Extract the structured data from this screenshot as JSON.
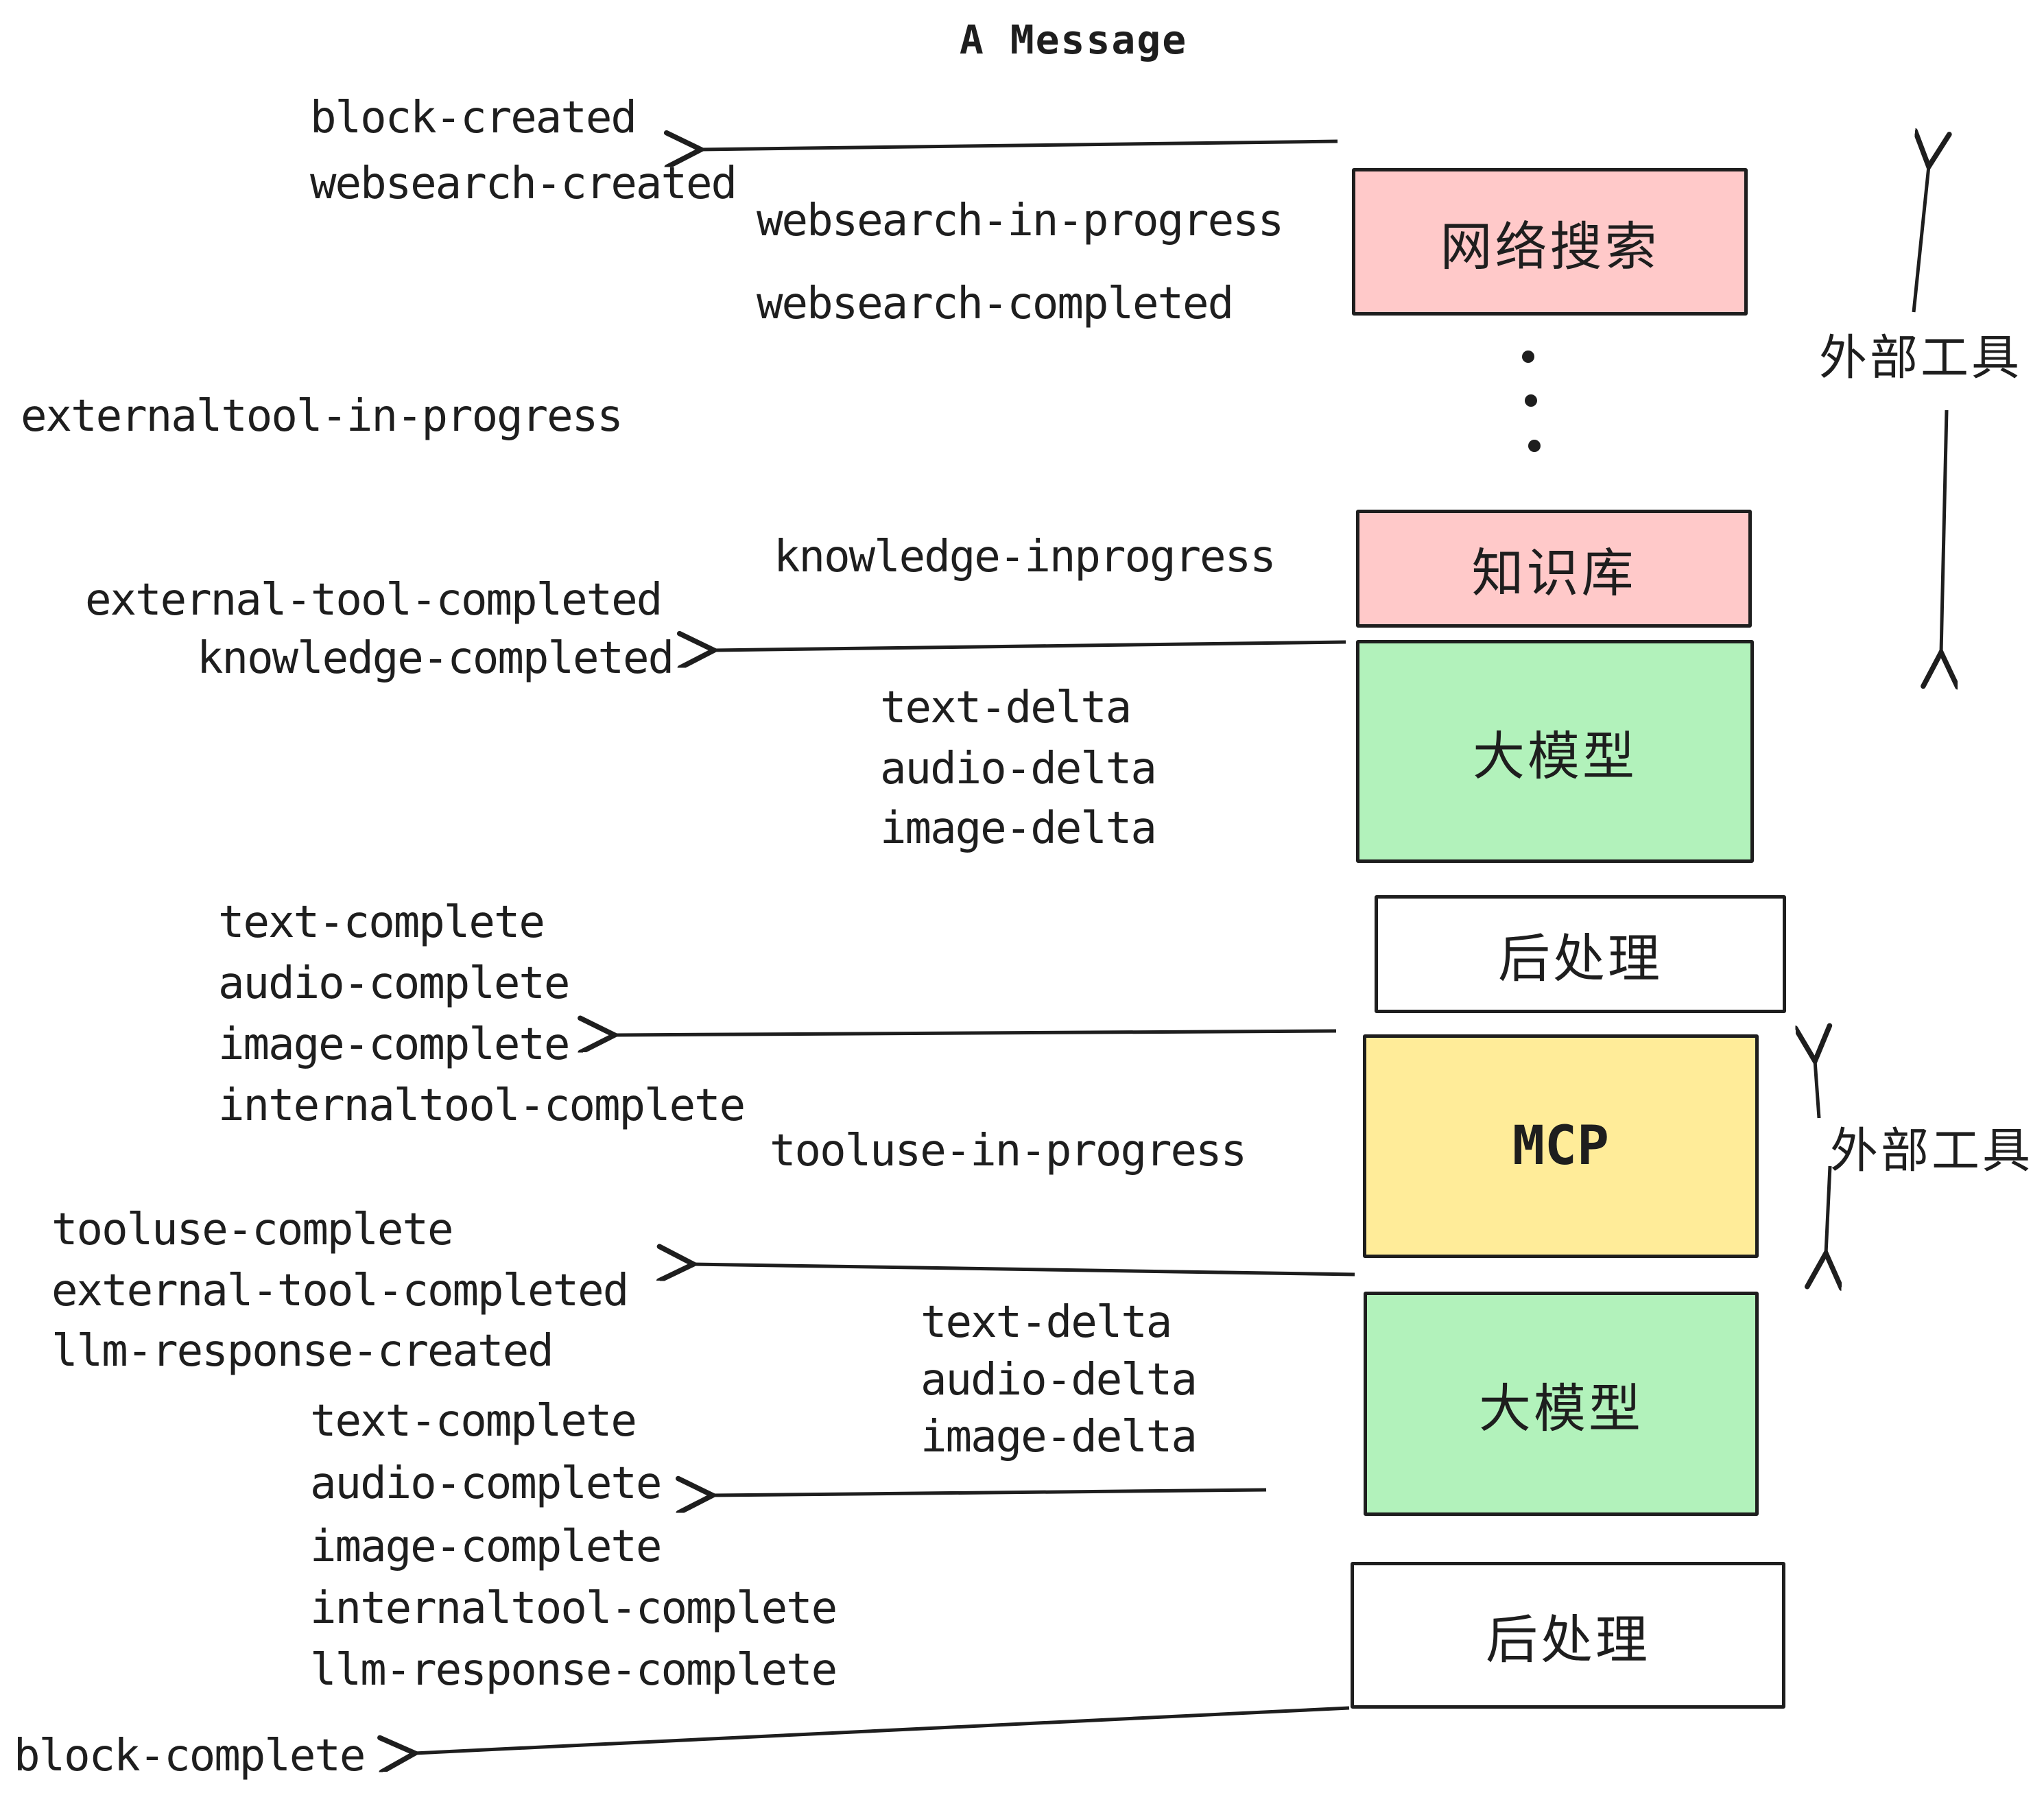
{
  "title": "A Message",
  "colors": {
    "pink": "#ffc9c9",
    "green": "#b2f2bb",
    "yellow": "#ffec99",
    "white": "#ffffff",
    "ink": "#1e1e1e"
  },
  "boxes": [
    {
      "label": "网络搜索",
      "fill": "pink"
    },
    {
      "label": "知识库",
      "fill": "pink"
    },
    {
      "label": "大模型",
      "fill": "green"
    },
    {
      "label": "后处理",
      "fill": "white"
    },
    {
      "label": "MCP",
      "fill": "yellow"
    },
    {
      "label": "大模型",
      "fill": "green"
    },
    {
      "label": "后处理",
      "fill": "white"
    }
  ],
  "side_labels": [
    {
      "text": "外部工具"
    },
    {
      "text": "外部工具"
    }
  ],
  "events": [
    {
      "text": "block-created"
    },
    {
      "text": "websearch-created"
    },
    {
      "text": "websearch-in-progress"
    },
    {
      "text": "websearch-completed"
    },
    {
      "text": "externaltool-in-progress"
    },
    {
      "text": "knowledge-inprogress"
    },
    {
      "text": "external-tool-completed"
    },
    {
      "text": "knowledge-completed"
    },
    {
      "text": "text-delta"
    },
    {
      "text": "audio-delta"
    },
    {
      "text": "image-delta"
    },
    {
      "text": "text-complete"
    },
    {
      "text": "audio-complete"
    },
    {
      "text": "image-complete"
    },
    {
      "text": "internaltool-complete"
    },
    {
      "text": "tooluse-in-progress"
    },
    {
      "text": "tooluse-complete"
    },
    {
      "text": "external-tool-completed"
    },
    {
      "text": "llm-response-created"
    },
    {
      "text": "text-delta"
    },
    {
      "text": "audio-delta"
    },
    {
      "text": "image-delta"
    },
    {
      "text": "text-complete"
    },
    {
      "text": "audio-complete"
    },
    {
      "text": "image-complete"
    },
    {
      "text": "internaltool-complete"
    },
    {
      "text": "llm-response-complete"
    },
    {
      "text": "block-complete"
    }
  ]
}
